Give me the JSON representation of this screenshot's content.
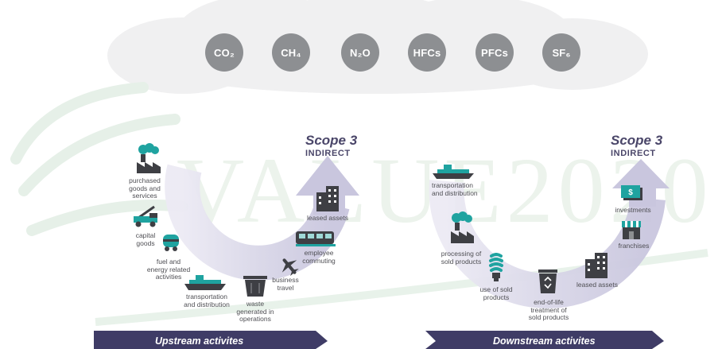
{
  "watermark": "VALUE2020",
  "gases": [
    "CO₂",
    "CH₄",
    "N₂O",
    "HFCs",
    "PFCs",
    "SF₆"
  ],
  "upstream": {
    "scope_title": "Scope 3",
    "scope_sub": "INDIRECT",
    "banner": "Upstream activites",
    "items": [
      {
        "label": "purchased\ngoods and\nservices",
        "icon": "factory-icon"
      },
      {
        "label": "capital\ngoods",
        "icon": "crane-truck-icon"
      },
      {
        "label": "fuel and\nenergy related\nactivities",
        "icon": "fuel-tank-icon"
      },
      {
        "label": "transportation\nand distribution",
        "icon": "ship-icon"
      },
      {
        "label": "waste\ngenerated in\noperations",
        "icon": "dumpster-icon"
      },
      {
        "label": "business\ntravel",
        "icon": "airplane-icon"
      },
      {
        "label": "employee\ncommuting",
        "icon": "train-icon"
      },
      {
        "label": "leased assets",
        "icon": "building-icon"
      }
    ]
  },
  "downstream": {
    "scope_title": "Scope 3",
    "scope_sub": "INDIRECT",
    "banner": "Downstream activites",
    "items": [
      {
        "label": "transportation\nand distribution",
        "icon": "ship-icon"
      },
      {
        "label": "processing of\nsold products",
        "icon": "factory-icon"
      },
      {
        "label": "use of sold\nproducts",
        "icon": "light-bulb-icon"
      },
      {
        "label": "end-of-life\ntreatment of\nsold products",
        "icon": "recycle-bin-icon"
      },
      {
        "label": "leased assets",
        "icon": "building-icon"
      },
      {
        "label": "franchises",
        "icon": "storefront-icon"
      },
      {
        "label": "investments",
        "icon": "money-icon"
      }
    ]
  },
  "colors": {
    "accent": "#1fa3a0",
    "arc": "#d7d6e7",
    "banner": "#3f3c66",
    "gas": "#8d8f92",
    "dark_icon": "#3e3f44"
  }
}
